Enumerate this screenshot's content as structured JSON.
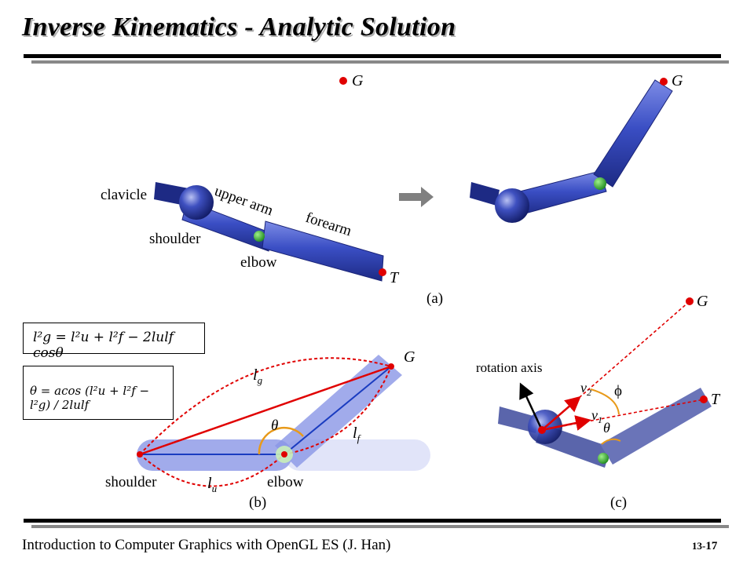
{
  "slide": {
    "title": "Inverse Kinematics - Analytic Solution",
    "footer": "Introduction to Computer Graphics with OpenGL ES (J. Han)",
    "page_prefix": "13-",
    "page_number": "17"
  },
  "panel_a": {
    "goal": "G",
    "target": "T",
    "parts": {
      "clavicle": "clavicle",
      "upper_arm": "upper arm",
      "shoulder": "shoulder",
      "forearm": "forearm",
      "elbow": "elbow"
    },
    "caption": "(a)"
  },
  "panel_b": {
    "goal": "G",
    "shoulder": "shoulder",
    "elbow": "elbow",
    "lg": "l",
    "lg_sub": "g",
    "lf": "l",
    "lf_sub": "f",
    "lu": "l",
    "lu_sub": "u",
    "theta": "θ",
    "caption": "(b)",
    "eq1": "l²g = l²u + l²f − 2lulf cosθ",
    "eq2": "θ = acos (l²u + l²f − l²g) / 2lulf"
  },
  "panel_c": {
    "goal": "G",
    "target": "T",
    "rotation_axis": "rotation axis",
    "v1": "v",
    "v1_sub": "1",
    "v2": "v",
    "v2_sub": "2",
    "phi": "ϕ",
    "theta": "θ",
    "caption": "(c)"
  },
  "colors": {
    "limb_dark": "#22308e",
    "limb_mid": "#3a4ec4",
    "limb_light": "#8a96e6",
    "goal_red": "#e00000",
    "joint_green": "#2ea82e",
    "angle_orange": "#e89a1a",
    "arrow_gray": "#808080"
  }
}
